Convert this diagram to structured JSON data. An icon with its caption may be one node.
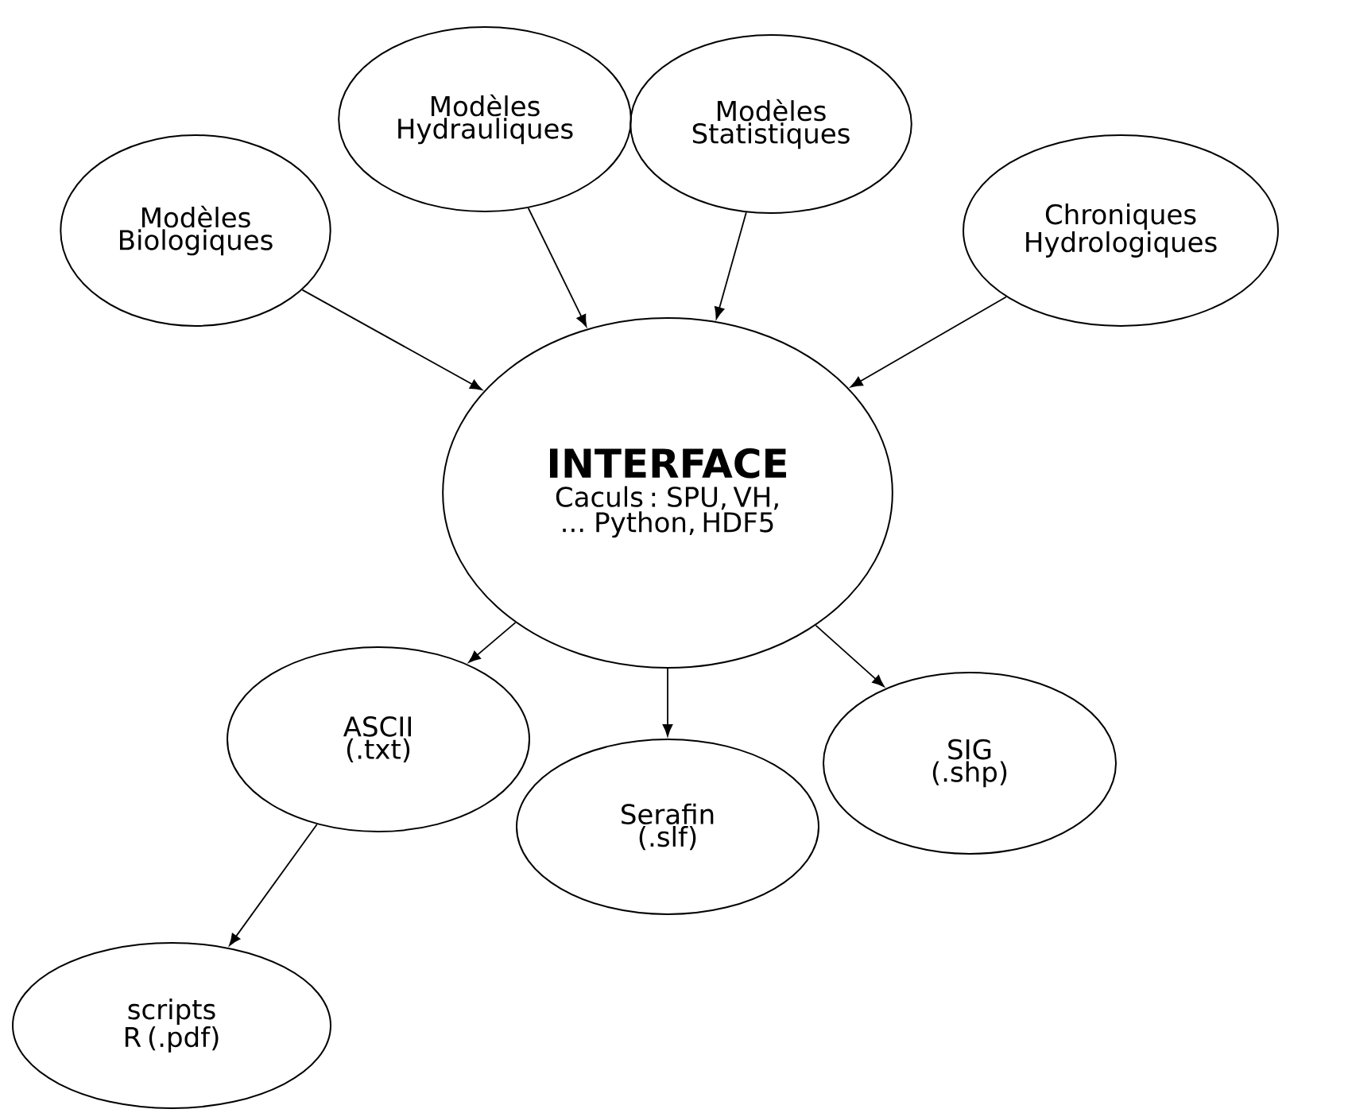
{
  "diagram": {
    "nodes": [
      {
        "text": [
          "Modèles Biologiques"
        ]
      },
      {
        "text": [
          "Modèles Hydrauliques"
        ]
      },
      {
        "text": [
          "Modèles Statistiques"
        ]
      },
      {
        "text": [
          "Chroniques Hydrologiques"
        ]
      },
      {
        "text": [
          "INTERFACE",
          "Caculs : SPU, VH, ... Python, HDF5"
        ]
      },
      {
        "text": [
          "ASCII (.txt)"
        ]
      },
      {
        "text": [
          "Serafin (.slf)"
        ]
      },
      {
        "text": [
          "SIG (.shp)"
        ]
      },
      {
        "text": [
          "scripts R (.pdf)"
        ]
      }
    ],
    "edges": [
      {
        "from": 0,
        "to": 4,
        "arrow": "to"
      },
      {
        "from": 1,
        "to": 4,
        "arrow": "to"
      },
      {
        "from": 2,
        "to": 4,
        "arrow": "to"
      },
      {
        "from": 3,
        "to": 4,
        "arrow": "to"
      },
      {
        "from": 4,
        "to": 5,
        "arrow": "to"
      },
      {
        "from": 4,
        "to": 6,
        "arrow": "to"
      },
      {
        "from": 4,
        "to": 7,
        "arrow": "to"
      },
      {
        "from": 5,
        "to": 8,
        "arrow": "to"
      }
    ]
  }
}
